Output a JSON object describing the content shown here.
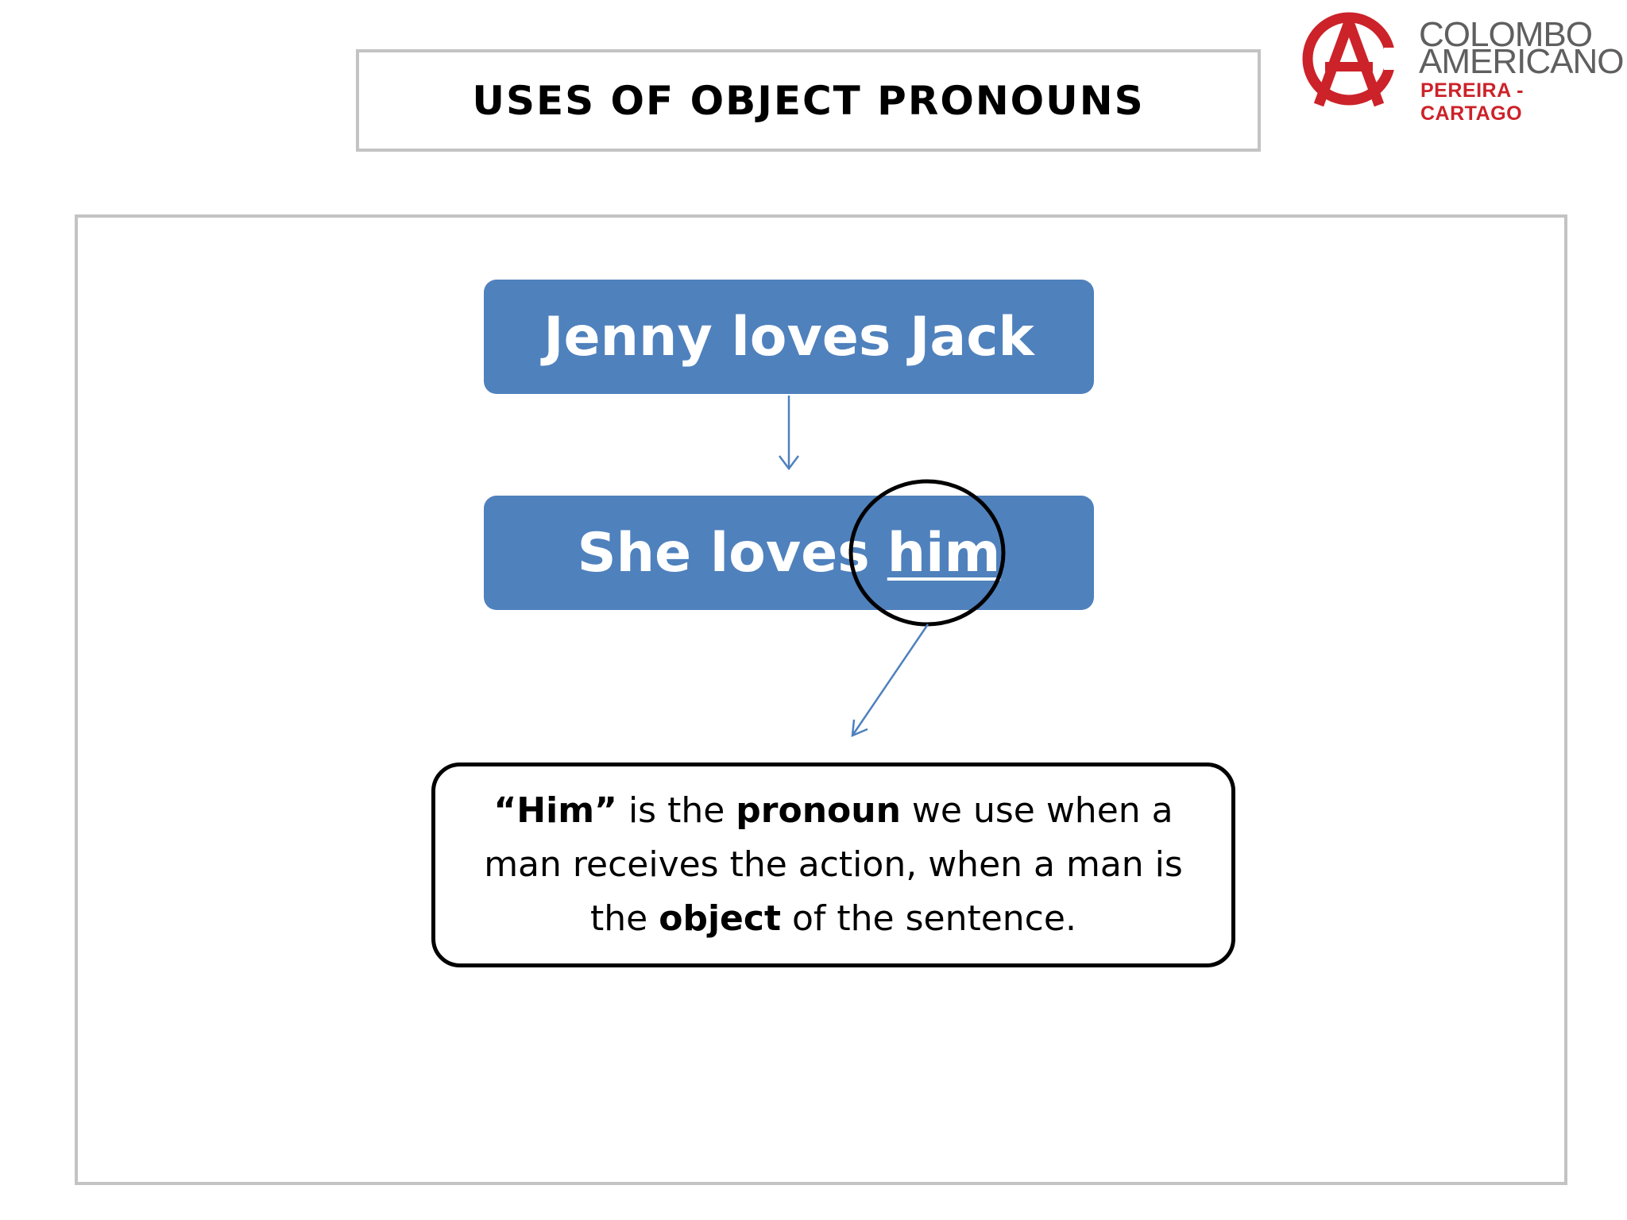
{
  "slide": {
    "title": "USES OF OBJECT PRONOUNS",
    "logo": {
      "line1": "COLOMBO",
      "line2": "AMERICANO",
      "line3": "PEREIRA - CARTAGO",
      "color_red": "#cc2229",
      "color_gray": "#5f5f5f"
    },
    "colors": {
      "box_fill": "#4f81bd",
      "arrow": "#4f81bd",
      "frame": "#c3c3c3"
    }
  },
  "diagram": {
    "sentence_top": "Jenny loves Jack",
    "sentence_bottom_start": "She loves",
    "sentence_bottom_pronoun": "him",
    "explanation": {
      "part1_bold": "“Him”",
      "part2": " is the ",
      "part3_bold": "pronoun",
      "part4": " we use when a man receives the action,  when a man is the ",
      "part5_bold": "object",
      "part6": " of the sentence."
    }
  }
}
